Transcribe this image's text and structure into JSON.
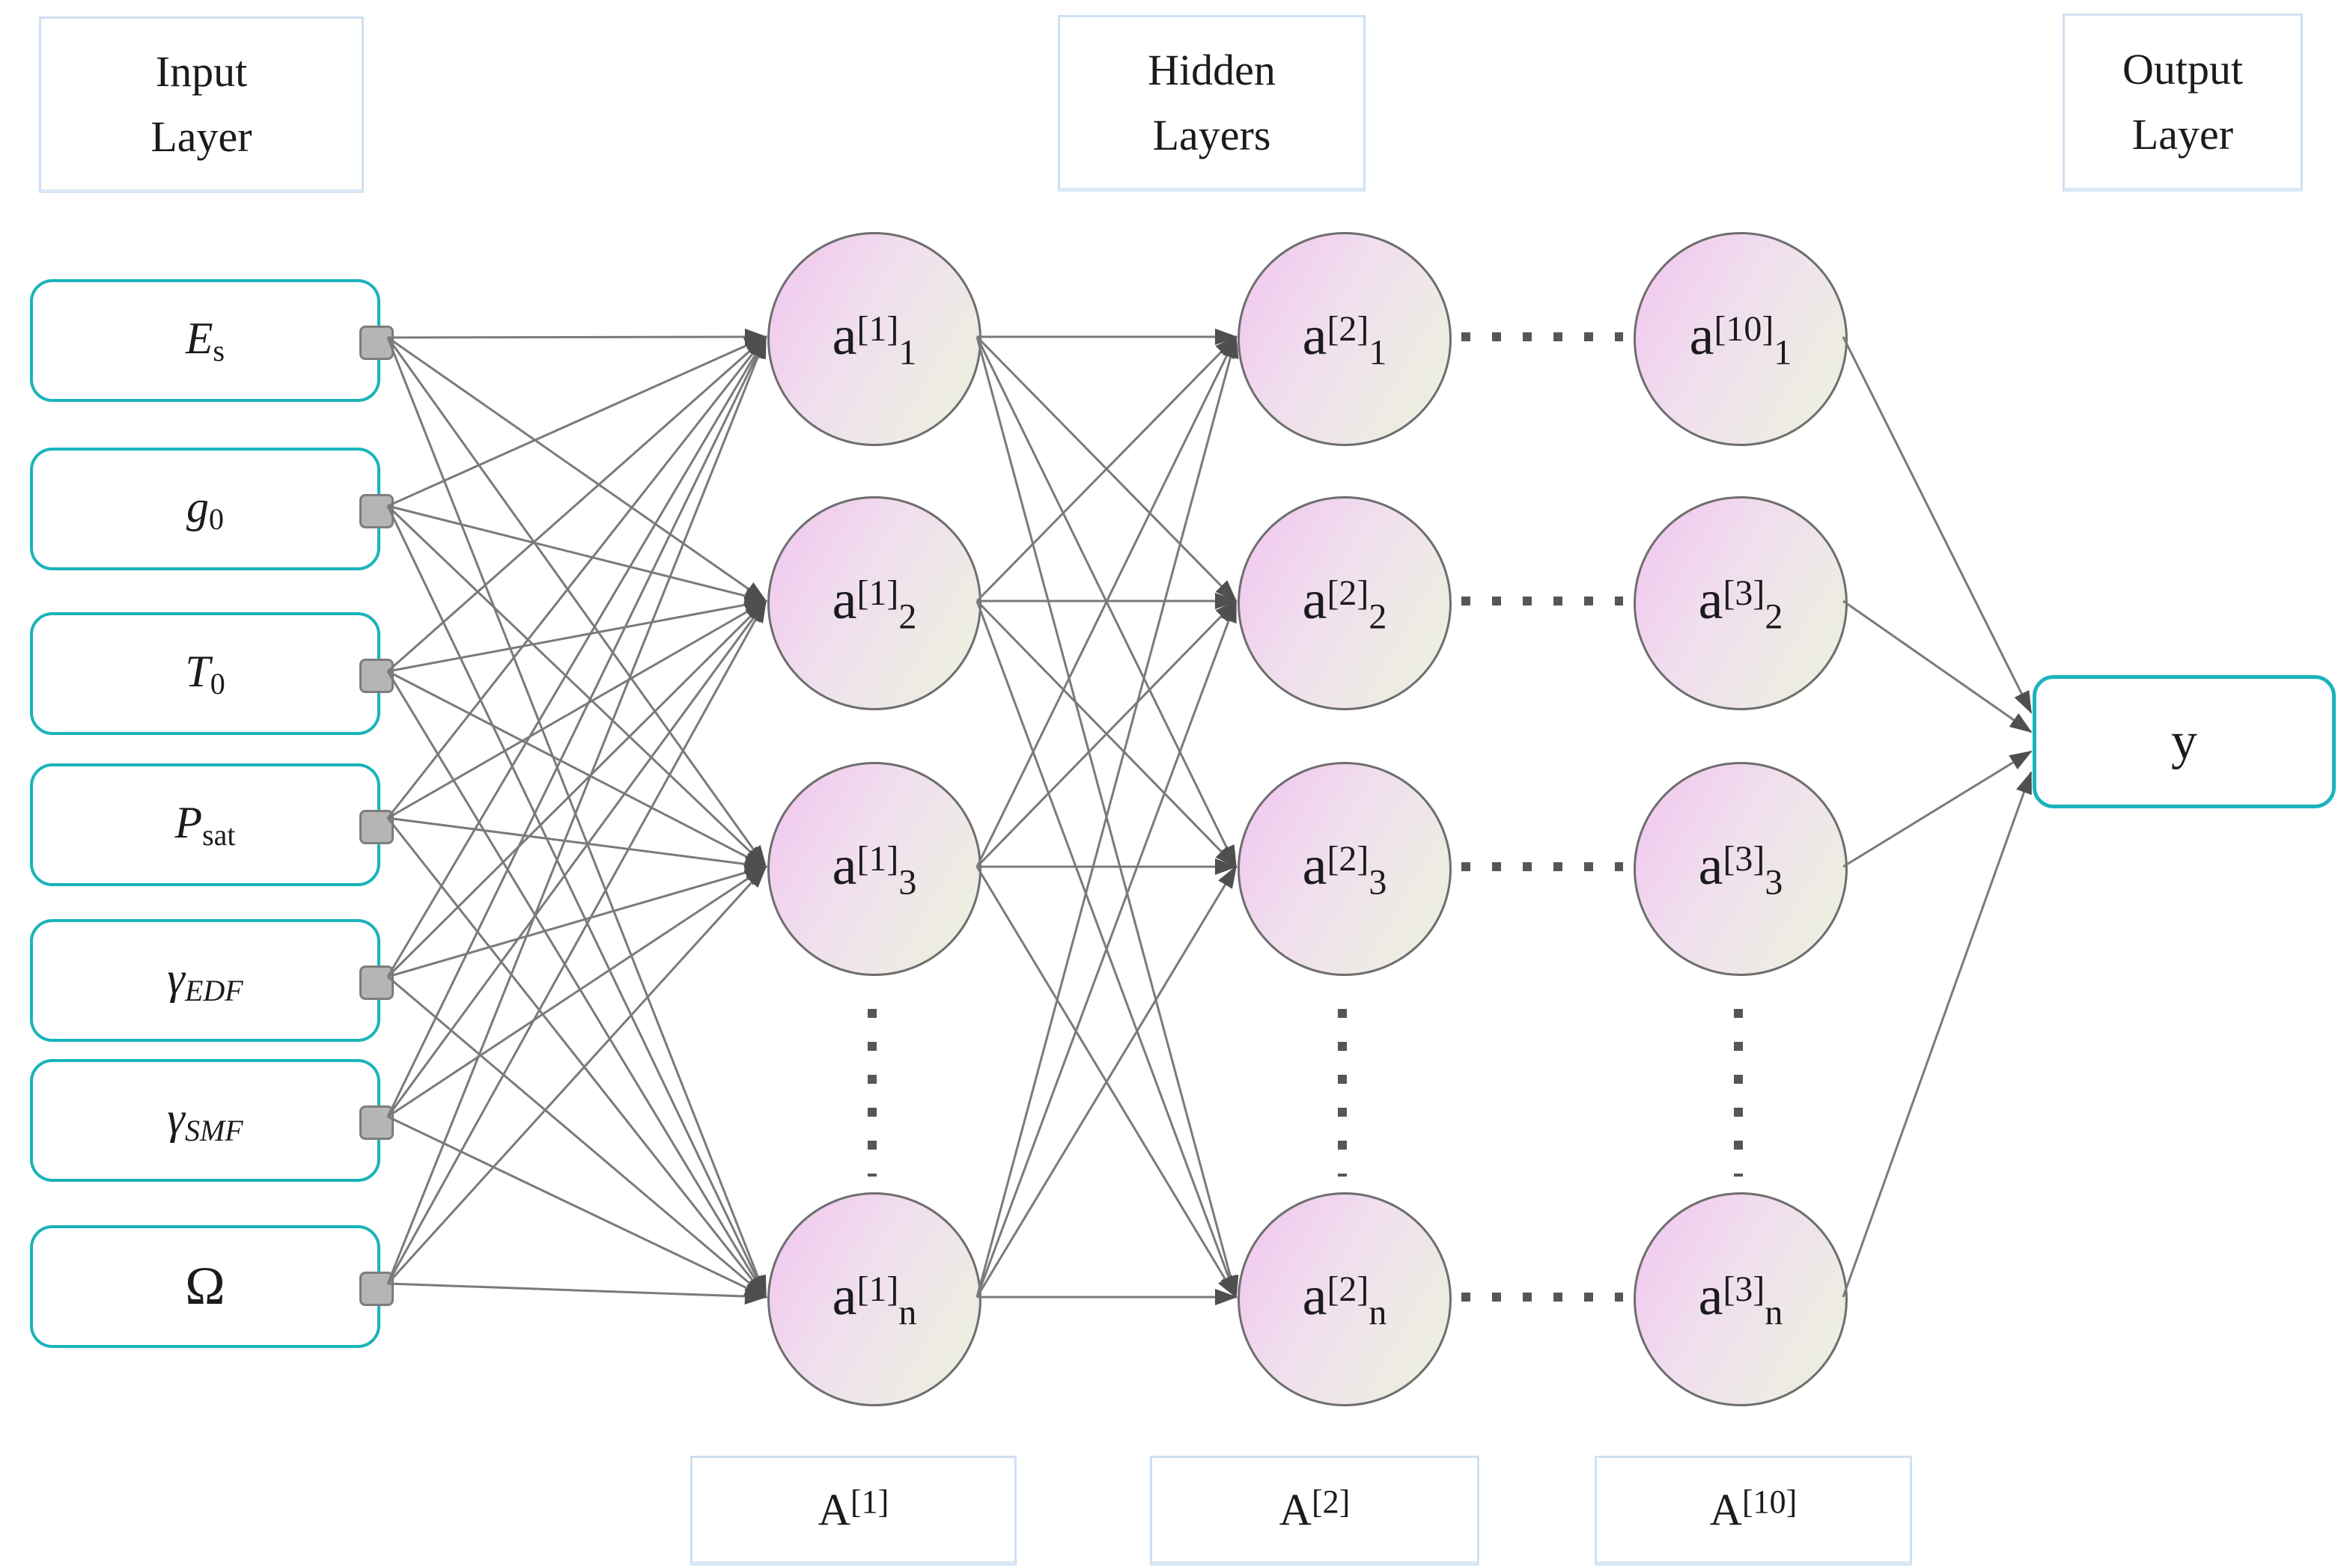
{
  "colors": {
    "teal": "#1ab3bb",
    "panel_border": "#cfe0f2",
    "panel_border_bottom": "#d9e8f6",
    "line": "#7a7a7a",
    "arrow": "#4f4f4f",
    "circle_border": "#6e6e6e",
    "circle_pink": "#f2c4ef",
    "circle_green": "#ecf2dc",
    "handle_fill": "#b5b5b5",
    "handle_border": "#7d7d7d",
    "ink": "#1b1b1b",
    "dot": "#565656"
  },
  "titles": {
    "input": {
      "line1": "Input",
      "line2": "Layer"
    },
    "hidden": {
      "line1": "Hidden",
      "line2": "Layers"
    },
    "output": {
      "line1": "Output",
      "line2": "Layer"
    }
  },
  "input_layer": {
    "nodes": [
      {
        "base": "E",
        "sub": "s"
      },
      {
        "base": "g",
        "sub": "0"
      },
      {
        "base": "T",
        "sub": "0"
      },
      {
        "base": "P",
        "sub": "sat"
      },
      {
        "base": "γ",
        "sub": "EDF"
      },
      {
        "base": "γ",
        "sub": "SMF"
      },
      {
        "base": "Ω",
        "sub": ""
      }
    ]
  },
  "hidden_layers": {
    "columns": [
      {
        "nodes": [
          {
            "base": "a",
            "sup": "[1]",
            "sub": "1"
          },
          {
            "base": "a",
            "sup": "[1]",
            "sub": "2"
          },
          {
            "base": "a",
            "sup": "[1]",
            "sub": "3"
          },
          {
            "base": "a",
            "sup": "[1]",
            "sub": "n"
          }
        ]
      },
      {
        "nodes": [
          {
            "base": "a",
            "sup": "[2]",
            "sub": "1"
          },
          {
            "base": "a",
            "sup": "[2]",
            "sub": "2"
          },
          {
            "base": "a",
            "sup": "[2]",
            "sub": "3"
          },
          {
            "base": "a",
            "sup": "[2]",
            "sub": "n"
          }
        ]
      },
      {
        "nodes": [
          {
            "base": "a",
            "sup": "[10]",
            "sub": "1"
          },
          {
            "base": "a",
            "sup": "[3]",
            "sub": "2"
          },
          {
            "base": "a",
            "sup": "[3]",
            "sub": "3"
          },
          {
            "base": "a",
            "sup": "[3]",
            "sub": "n"
          }
        ]
      }
    ]
  },
  "output_layer": {
    "node_label": "y"
  },
  "layer_tags": [
    {
      "base": "A",
      "sup": "[1]"
    },
    {
      "base": "A",
      "sup": "[2]"
    },
    {
      "base": "A",
      "sup": "[10]"
    }
  ]
}
